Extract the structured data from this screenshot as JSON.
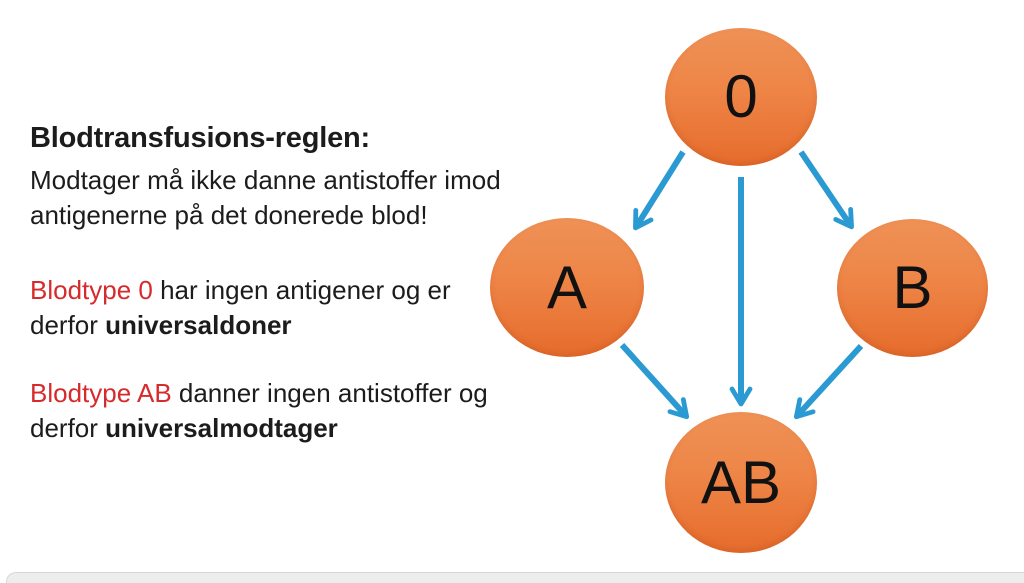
{
  "text_panel": {
    "heading": "Blodtransfusions-reglen:",
    "intro": {
      "line1": "Modtager må ikke danne antistoffer imod",
      "line2": "antigenerne på det donerede blod!"
    },
    "rule_donor": {
      "highlight": "Blodtype 0",
      "rest": " har ingen antigener og er",
      "line2_start": "derfor ",
      "line2_bold": "universaldoner"
    },
    "rule_recipient": {
      "highlight": "Blodtype AB",
      "rest": " danner ingen antistoffer og",
      "line2_start": "derfor ",
      "line2_bold": "universalmodtager"
    }
  },
  "diagram": {
    "nodes": {
      "top": {
        "label": "0"
      },
      "left": {
        "label": "A"
      },
      "right": {
        "label": "B"
      },
      "bottom": {
        "label": "AB"
      }
    },
    "edges": [
      {
        "from": "0",
        "to": "A"
      },
      {
        "from": "0",
        "to": "AB"
      },
      {
        "from": "0",
        "to": "B"
      },
      {
        "from": "A",
        "to": "AB"
      },
      {
        "from": "B",
        "to": "AB"
      }
    ],
    "colors": {
      "node_gradient_top": "#ef9156",
      "node_gradient_bottom": "#e66c2c",
      "arrow": "#2b9ad2",
      "highlight_text": "#d62a2c",
      "body_text": "#1c1c1c"
    }
  }
}
